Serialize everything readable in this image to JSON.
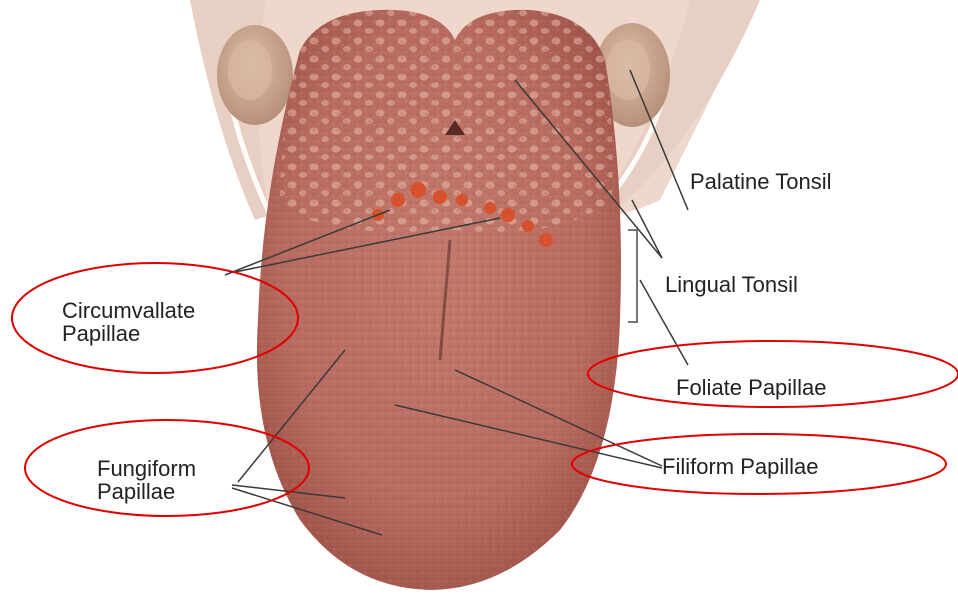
{
  "labels": {
    "palatine_tonsil": "Palatine Tonsil",
    "lingual_tonsil": "Lingual Tonsil",
    "circumvallate_line1": "Circumvallate",
    "circumvallate_line2": "Papillae",
    "foliate_papillae": "Foliate Papillae",
    "fungiform_line1": "Fungiform",
    "fungiform_line2": "Papillae",
    "filiform_papillae": "Filiform Papillae"
  },
  "colors": {
    "highlight_ellipse": "#e00000",
    "leader_line": "#3a3a3a",
    "tongue": "#b86b60",
    "tonsil": "#c9a893"
  }
}
